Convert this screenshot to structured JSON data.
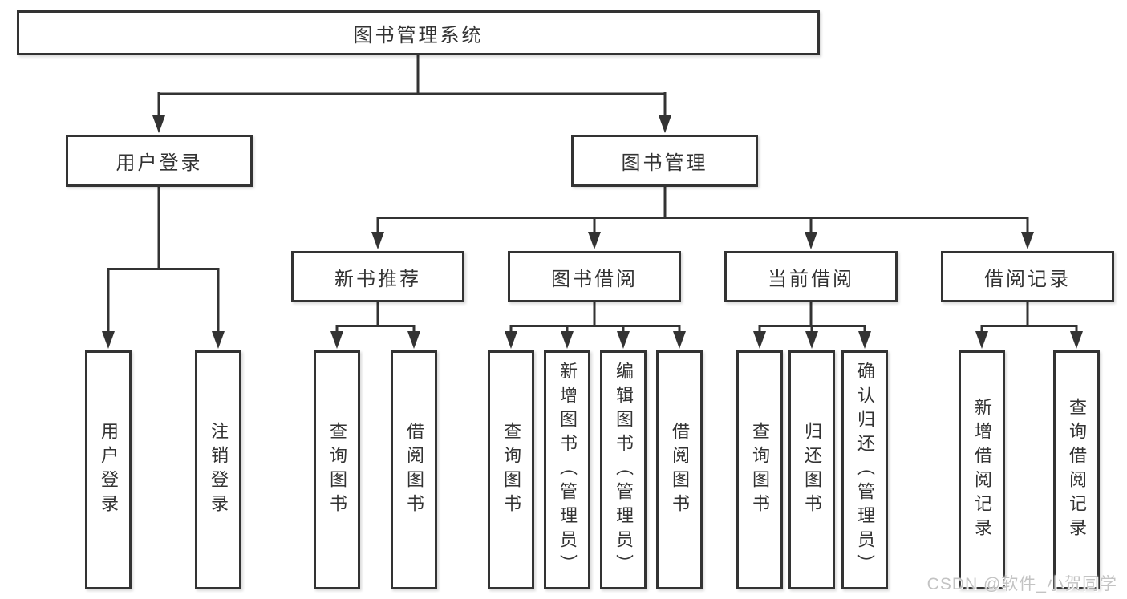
{
  "tree": {
    "label": "图书管理系统",
    "children": [
      {
        "label": "用户登录",
        "children": [
          {
            "label": "用户登录"
          },
          {
            "label": "注销登录"
          }
        ]
      },
      {
        "label": "图书管理",
        "children": [
          {
            "label": "新书推荐",
            "children": [
              {
                "label": "查询图书"
              },
              {
                "label": "借阅图书"
              }
            ]
          },
          {
            "label": "图书借阅",
            "children": [
              {
                "label": "查询图书"
              },
              {
                "label": "新增图书（管理员）"
              },
              {
                "label": "编辑图书（管理员）"
              },
              {
                "label": "借阅图书"
              }
            ]
          },
          {
            "label": "当前借阅",
            "children": [
              {
                "label": "查询图书"
              },
              {
                "label": "归还图书"
              },
              {
                "label": "确认归还（管理员）"
              }
            ]
          },
          {
            "label": "借阅记录",
            "children": [
              {
                "label": "新增借阅记录"
              },
              {
                "label": "查询借阅记录"
              }
            ]
          }
        ]
      }
    ]
  },
  "watermark": {
    "text": "CSDN @软件_小贺同学"
  },
  "colors": {
    "line": "#333333",
    "box_border": "#333333",
    "box_fill": "#ffffff",
    "text": "#333333",
    "watermark": "#c3c3c3",
    "background": "#ffffff"
  }
}
